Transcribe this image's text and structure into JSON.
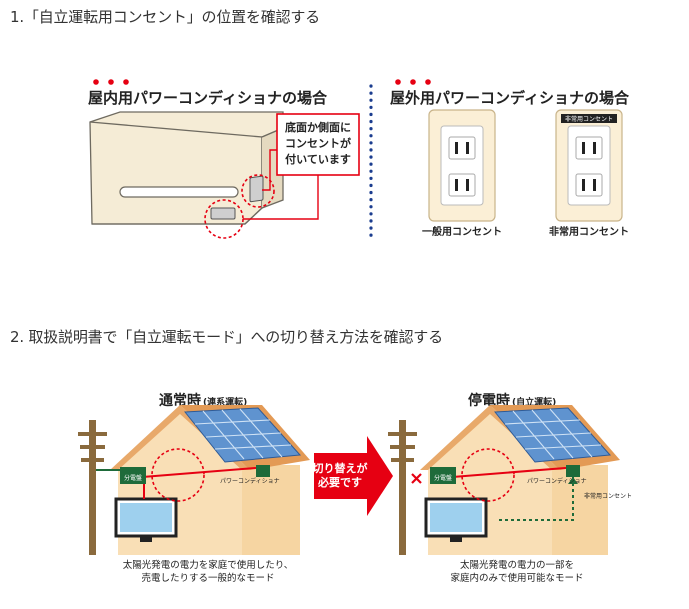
{
  "steps": [
    {
      "label": "1.「自立運転用コンセント」の位置を確認する"
    },
    {
      "label": "2. 取扱説明書で「自立運転モード」への切り替え方法を確認する"
    }
  ],
  "figure1": {
    "indoor_title_prefix": "屋内用",
    "indoor_title_suffix": "パワーコンディショナの場合",
    "callout_line1": "底面か側面に",
    "callout_line2": "コンセントが",
    "callout_line3": "付いています",
    "outdoor_title_prefix": "屋外用",
    "outdoor_title_suffix": "パワーコンディショナの場合",
    "outlet_normal_label": "一般用コンセント",
    "outlet_emergency_label": "非常用コンセント",
    "outlet_emergency_badge": "非常用コンセント"
  },
  "figure2": {
    "left_title": "通常時",
    "left_title_sub": "(連系運転)",
    "right_title": "停電時",
    "right_title_sub": "(自立運転)",
    "arrow_line1": "切り替えが",
    "arrow_line2": "必要です",
    "panel_label": "分電盤",
    "pcs_label": "パワーコンディショナ",
    "emergency_outlet_label": "非常用コンセント",
    "left_caption1": "太陽光発電の電力を家庭で使用したり、",
    "left_caption2": "売電したりする一般的なモード",
    "right_caption1": "太陽光発電の電力の一部を",
    "right_caption2": "家庭内のみで使用可能なモード"
  },
  "colors": {
    "accent_red": "#e60012",
    "dot_blue": "#1b3d8f",
    "house_wall": "#f9dfb6",
    "house_roof": "#e8a96a",
    "panel_blue": "#5f93cf",
    "pcs_green": "#1e6b3a"
  }
}
